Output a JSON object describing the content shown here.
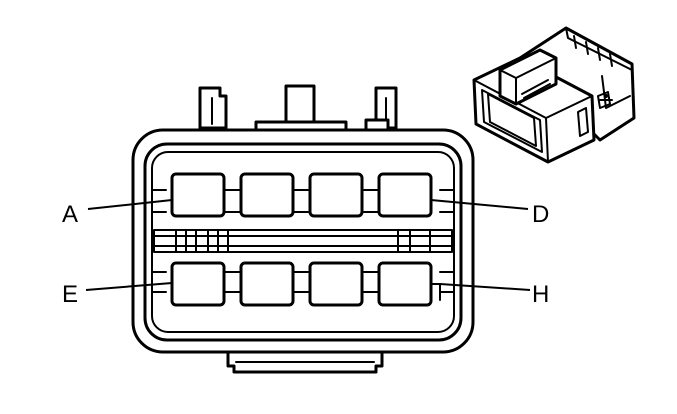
{
  "diagram": {
    "pin_labels": {
      "top_left": "A",
      "top_right": "D",
      "bottom_left": "E",
      "bottom_right": "H"
    }
  }
}
